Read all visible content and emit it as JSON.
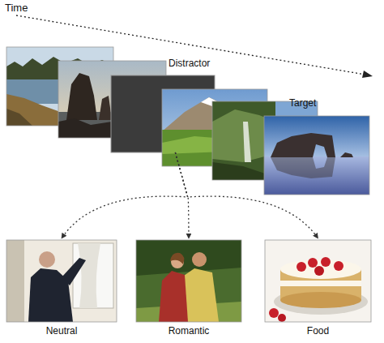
{
  "diagram": {
    "nodes": [
      {
        "text": [
          "Distractor"
        ]
      },
      {
        "text": [
          "Target"
        ]
      },
      {
        "text": [
          "Neutral"
        ]
      },
      {
        "text": [
          "Romantic"
        ]
      },
      {
        "text": [
          "Food"
        ]
      }
    ],
    "edges": [
      {
        "from": 0,
        "to": 2,
        "arrow": "to"
      },
      {
        "from": 0,
        "to": 3,
        "arrow": "to"
      },
      {
        "from": 0,
        "to": 4,
        "arrow": "to"
      }
    ],
    "labels": [
      "Time"
    ]
  }
}
